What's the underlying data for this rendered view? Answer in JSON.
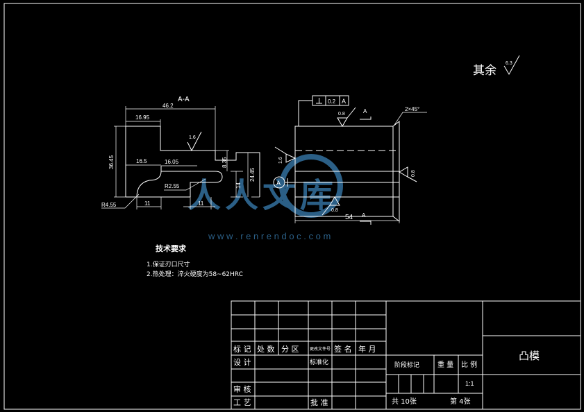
{
  "drawing": {
    "title": "凸模",
    "surface_note": "其余",
    "surface_value": "6.3",
    "section_label": "A-A",
    "tech_title": "技术要求",
    "tech_items": [
      "1.保证刃口尺寸",
      "2.热处理：淬火硬度为58~62HRC"
    ]
  },
  "dimensions": {
    "d46_2": "46.2",
    "d16_95": "16.95",
    "d16_5": "16.5",
    "d16_05": "16.05",
    "d36_45": "36.45",
    "d8_35": "8.35",
    "d24_45": "24.45",
    "d14": "14",
    "d11a": "11",
    "d11b": "11",
    "r2_55": "R2.55",
    "r4_55": "R4.55",
    "rough_1_6_a": "1.6",
    "rough_1_6_b": "1.6",
    "rough_0_8_a": "0.8",
    "rough_0_8_b": "0.8",
    "rough_0_8_c": "0.8",
    "tol_value": "0.2",
    "datum": "A",
    "datum_label": "A",
    "datum_flag": "A",
    "chamfer": "2×45°",
    "d54": "54",
    "section_arrow_a": "A",
    "section_arrow_b": "A"
  },
  "title_block": {
    "biaoji": "标 记",
    "chushu": "处 数",
    "fenqu": "分  区",
    "genggai": "更改文件号",
    "qianming": "签 名",
    "nianyue": "年  月",
    "sheji": "设 计",
    "biaozhunhua": "标准化",
    "jieduan": "阶段标记",
    "zhongliang": "重 量",
    "bili": "比 例",
    "shenhe": "审 核",
    "gongyi": "工 艺",
    "pizhun": "批 准",
    "scale": "1:1",
    "gong": "共 10张",
    "di": "第 4张"
  },
  "watermark": {
    "logo": "人人文库",
    "url": "w w w . r e n r e n d o c . c o m"
  },
  "colors": {
    "background": "#000000",
    "line": "#ffffff",
    "watermark": "#2b5f86"
  }
}
